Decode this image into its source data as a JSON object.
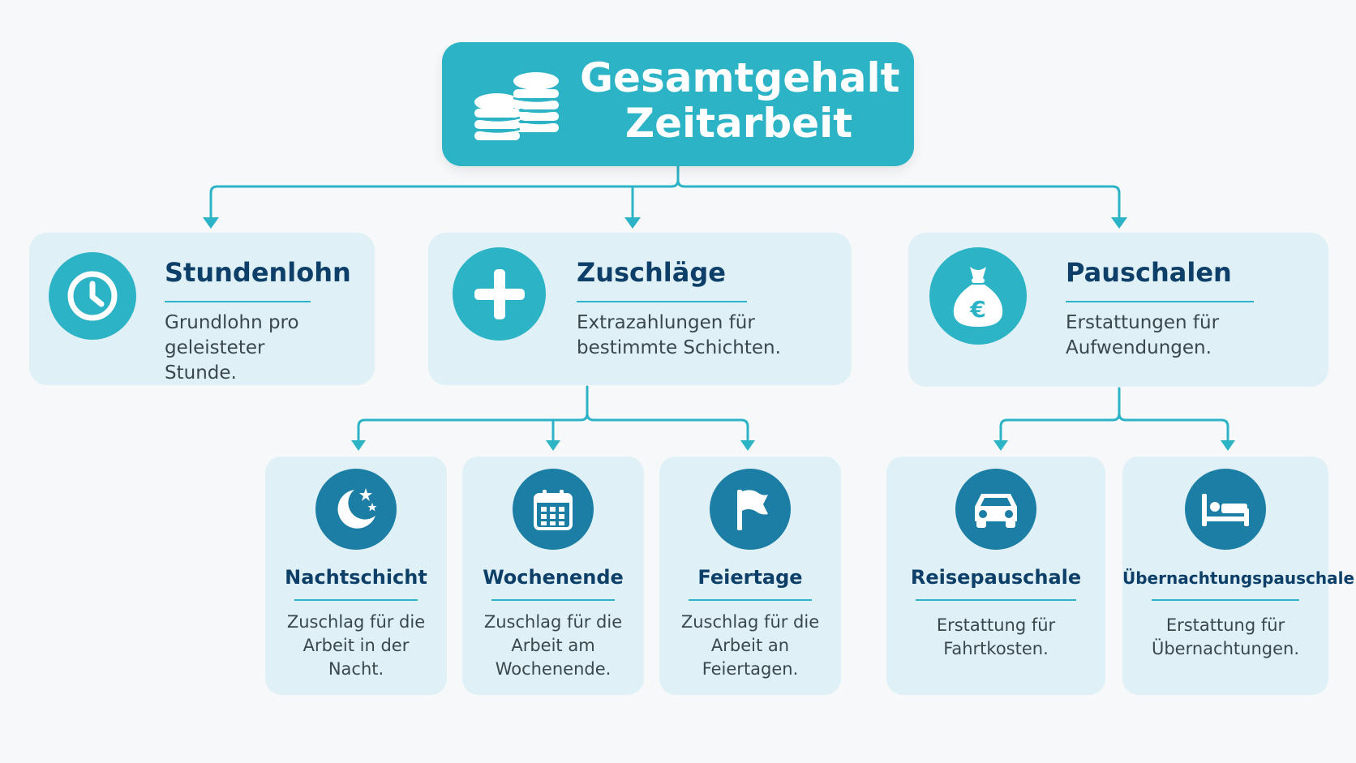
{
  "root": {
    "title": "Gesamtgehalt Zeitarbeit"
  },
  "categories": [
    {
      "title": "Stundenlohn",
      "description": "Grundlohn pro geleisteter Stunde.",
      "icon": "clock-icon"
    },
    {
      "title": "Zuschläge",
      "description": "Extrazahlungen für bestimmte Schichten.",
      "icon": "plus-icon"
    },
    {
      "title": "Pauschalen",
      "description": "Erstattungen für Aufwendungen.",
      "icon": "money-bag-icon"
    }
  ],
  "zuschlaege": [
    {
      "title": "Nachtschicht",
      "description": "Zuschlag für die Arbeit in der Nacht.",
      "icon": "moon-icon"
    },
    {
      "title": "Wochenende",
      "description": "Zuschlag für die Arbeit am Wochenende.",
      "icon": "calendar-icon"
    },
    {
      "title": "Feiertage",
      "description": "Zuschlag für die Arbeit an Feiertagen.",
      "icon": "flag-icon"
    }
  ],
  "pauschalen": [
    {
      "title": "Reisepauschale",
      "description": "Erstattung für Fahrtkosten.",
      "icon": "car-icon"
    },
    {
      "title": "Übernachtungspauschale",
      "description": "Erstattung für Übernachtungen.",
      "icon": "bed-icon"
    }
  ],
  "colors": {
    "accent": "#2cb3c6",
    "dark_icon": "#1c7ea5",
    "card_bg": "#dff1f6",
    "heading": "#0d3f68"
  }
}
